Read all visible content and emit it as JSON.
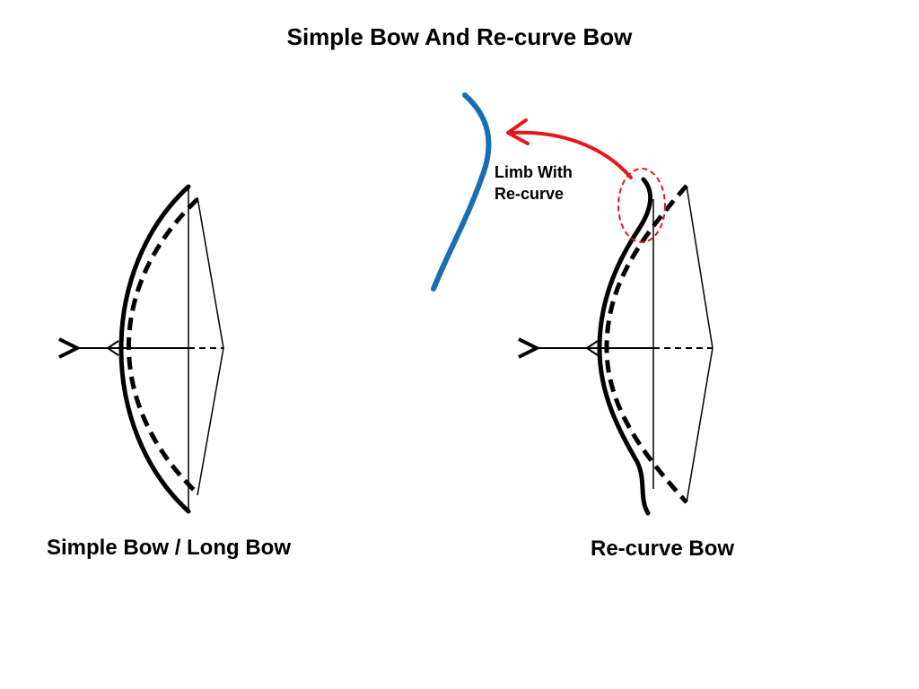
{
  "title": "Simple Bow And Re-curve Bow",
  "labels": {
    "simple_bow": "Simple Bow / Long Bow",
    "recurve_bow": "Re-curve Bow"
  },
  "callout": {
    "line1": "Limb With",
    "line2": "Re-curve"
  },
  "colors": {
    "bow_line": "#000000",
    "limb_detail": "#1a6fb3",
    "callout_arrow": "#e8141b",
    "callout_circle": "#e8141b"
  }
}
